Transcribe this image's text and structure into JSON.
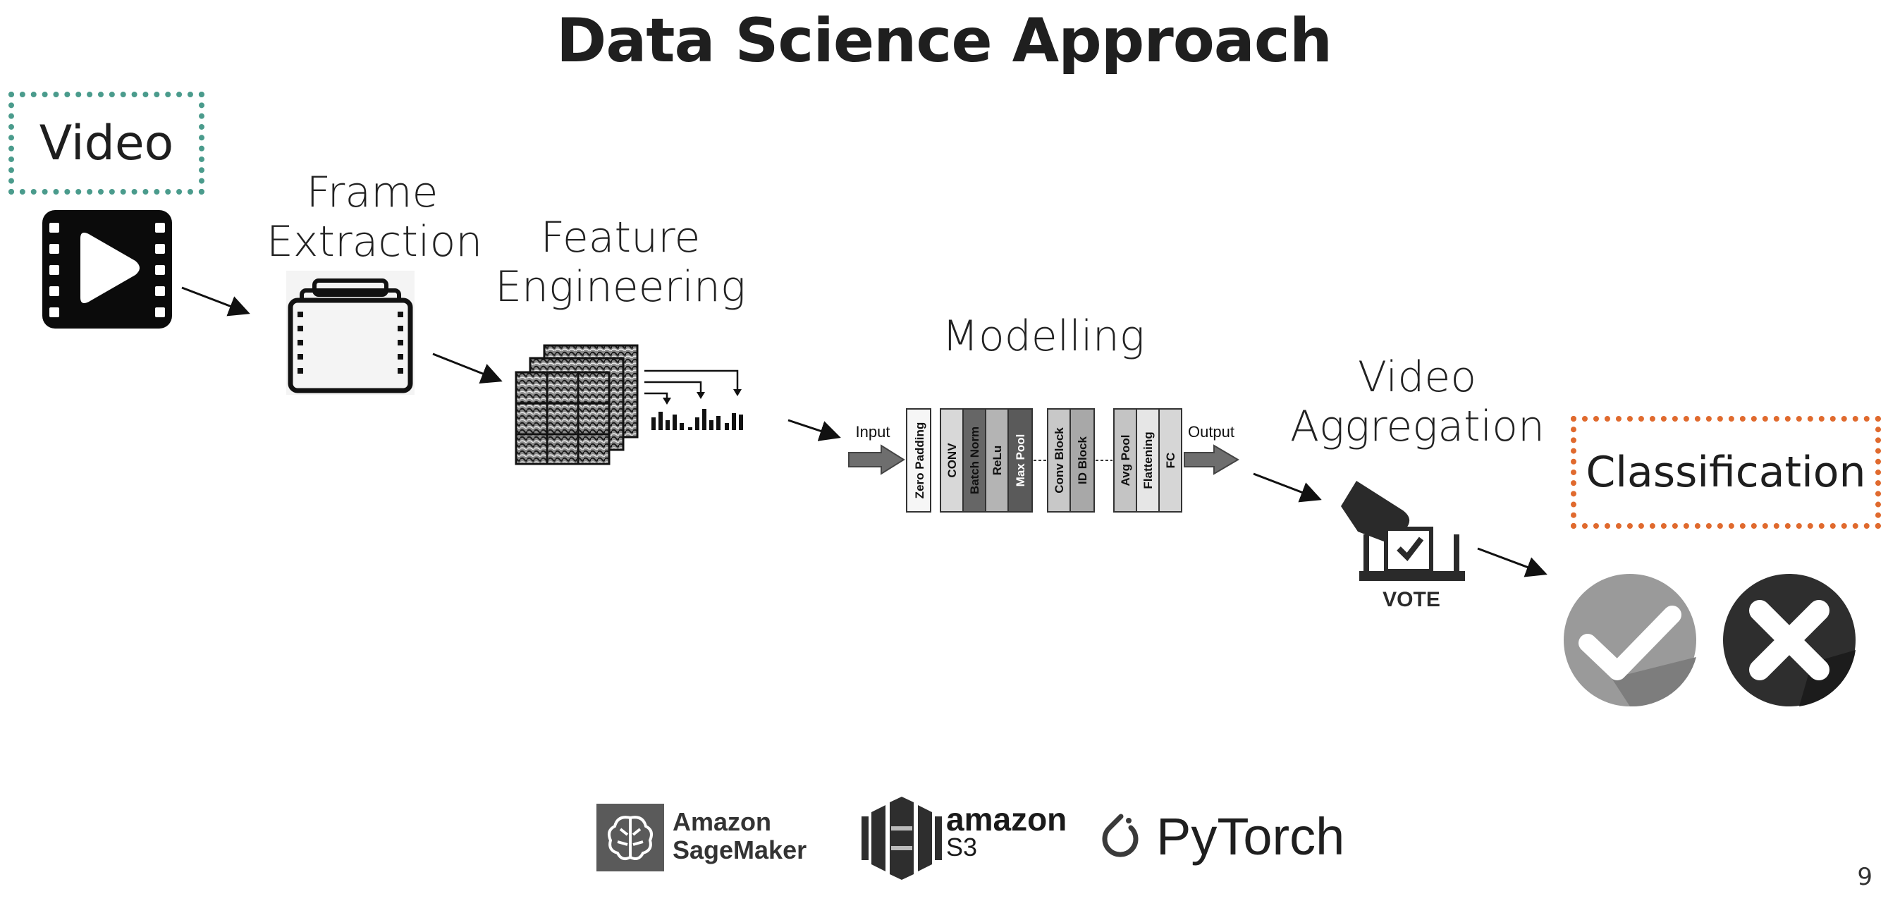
{
  "title": "Data Science Approach",
  "steps": {
    "video": "Video",
    "frame_extraction_1": "Frame",
    "frame_extraction_2": "Extraction",
    "feature_engineering_1": "Feature",
    "feature_engineering_2": "Engineering",
    "modelling": "Modelling",
    "video_aggregation_1": "Video",
    "video_aggregation_2": "Aggregation",
    "classification": "Classification"
  },
  "model": {
    "input": "Input",
    "output": "Output",
    "layers": {
      "zero_padding": "Zero Padding",
      "conv": "CONV",
      "batch_norm": "Batch Norm",
      "relu": "ReLu",
      "max_pool": "Max Pool",
      "conv_block": "Conv Block",
      "id_block": "ID Block",
      "avg_pool": "Avg Pool",
      "flattening": "Flattening",
      "fc": "FC"
    }
  },
  "vote_label": "VOTE",
  "logos": {
    "sagemaker_1": "Amazon",
    "sagemaker_2": "SageMaker",
    "s3_1": "amazon",
    "s3_2": "S3",
    "pytorch": "PyTorch"
  },
  "page_number": "9",
  "colors": {
    "video_border": "#4a9b8c",
    "classification_border": "#e06a2e",
    "check": "#9a9a9a",
    "cross": "#2e2e2e"
  }
}
